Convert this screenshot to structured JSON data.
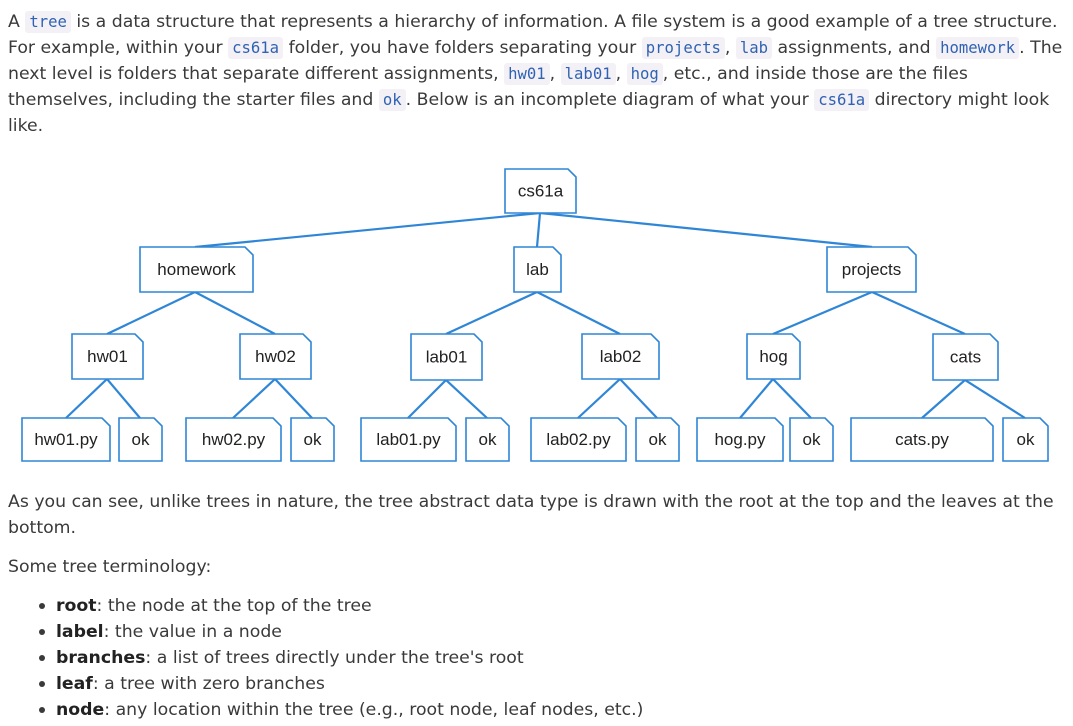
{
  "intro": {
    "s1": "A ",
    "c_tree": "tree",
    "s2": " is a data structure that represents a hierarchy of information. A file system is a good example of a tree structure. For example, within your ",
    "c_cs61a_1": "cs61a",
    "s3": " folder, you have folders separating your ",
    "c_projects": "projects",
    "s4": ", ",
    "c_lab": "lab",
    "s5": " assignments, and ",
    "c_homework": "homework",
    "s6": ". The next level is folders that separate different assignments, ",
    "c_hw01": "hw01",
    "s7": ", ",
    "c_lab01": "lab01",
    "s8": ", ",
    "c_hog": "hog",
    "s9": ", etc., and inside those are the files themselves, including the starter files and ",
    "c_ok": "ok",
    "s10": ". Below is an incomplete diagram of what your ",
    "c_cs61a_2": "cs61a",
    "s11": " directory might look like."
  },
  "tree": {
    "root": "cs61a",
    "folders": [
      "homework",
      "lab",
      "projects"
    ],
    "assignments": [
      "hw01",
      "hw02",
      "lab01",
      "lab02",
      "hog",
      "cats"
    ],
    "files": [
      "hw01.py",
      "ok",
      "hw02.py",
      "ok",
      "lab01.py",
      "ok",
      "lab02.py",
      "ok",
      "hog.py",
      "ok",
      "cats.py",
      "ok"
    ]
  },
  "caption": "As you can see, unlike trees in nature, the tree abstract data type is drawn with the root at the top and the leaves at the bottom.",
  "terminology": {
    "heading": "Some tree terminology:",
    "items": [
      {
        "term": "root",
        "def": ": the node at the top of the tree"
      },
      {
        "term": "label",
        "def": ": the value in a node"
      },
      {
        "term": "branches",
        "def": ": a list of trees directly under the tree's root"
      },
      {
        "term": "leaf",
        "def": ": a tree with zero branches"
      },
      {
        "term": "node",
        "def": ": any location within the tree (e.g., root node, leaf nodes, etc.)"
      }
    ]
  }
}
